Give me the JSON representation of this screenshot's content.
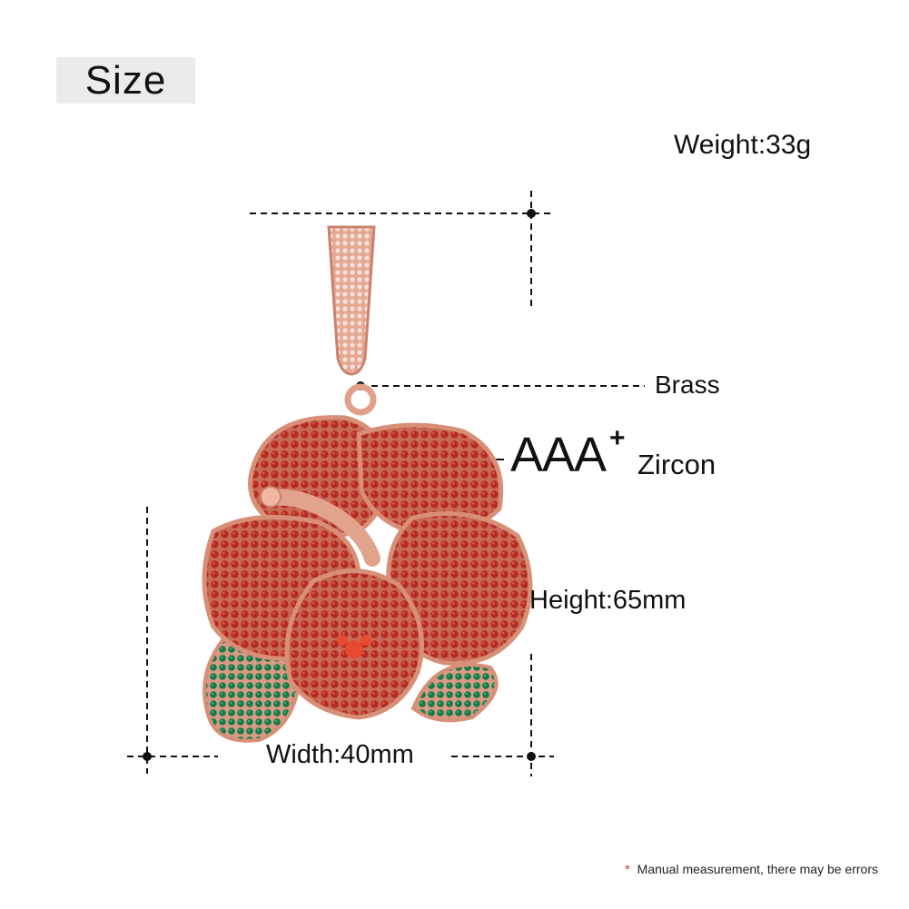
{
  "title": "Size",
  "specs": {
    "weight": "Weight:33g",
    "material": "Brass",
    "stone_grade": "AAA",
    "stone_grade_sup": "+",
    "stone_type": "Zircon",
    "height": "Height:65mm",
    "width": "Width:40mm"
  },
  "note": {
    "marker": "*",
    "text": "Manual measurement, there may be errors"
  },
  "colors": {
    "rose_gold": "#e9a58e",
    "red_stone": "#b8352b",
    "green_stone": "#1f8a55",
    "accent_red": "#d9232b"
  }
}
